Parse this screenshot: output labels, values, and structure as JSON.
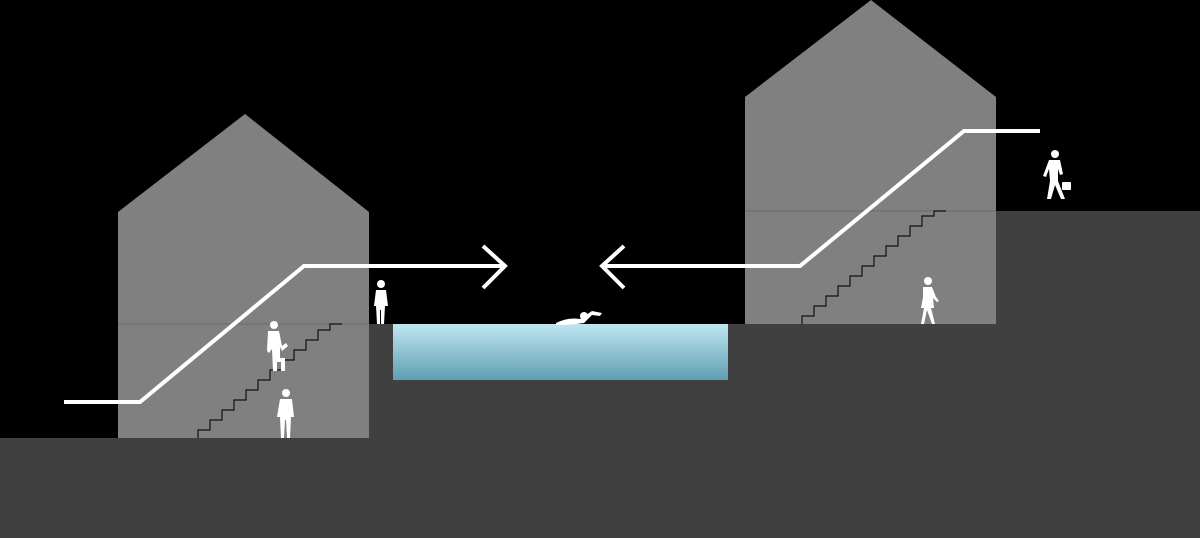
{
  "colors": {
    "sky": "#000000",
    "ground": "#404040",
    "house": "#808080",
    "floor_line": "#6a6a6a",
    "stairs": "#1a1a1a",
    "path": "#ffffff",
    "figure": "#ffffff",
    "water_top": "#bfe6f0",
    "water_bottom": "#5f9fb3"
  },
  "elements": {
    "left_house": "house",
    "right_house": "house",
    "pool": "water",
    "people": [
      "person-icon",
      "person-climbing-icon",
      "swimmer-icon",
      "walking-woman-icon",
      "businessman-icon"
    ]
  }
}
